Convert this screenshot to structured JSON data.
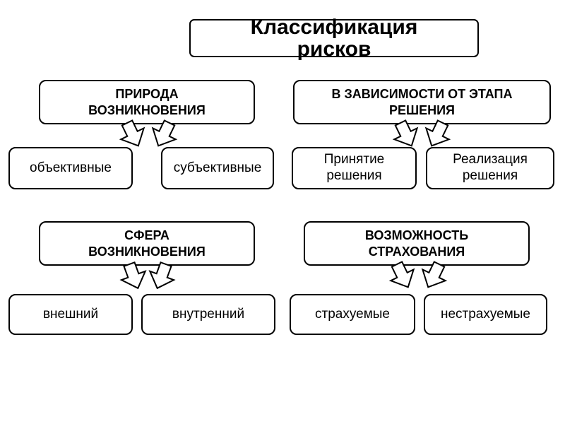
{
  "title": "Классификация рисков",
  "groups": [
    {
      "header": "ПРИРОДА ВОЗНИКНОВЕНИЯ",
      "children": [
        "объективные",
        "субъективные"
      ]
    },
    {
      "header": "В ЗАВИСИМОСТИ ОТ ЭТАПА РЕШЕНИЯ",
      "children": [
        "Принятие решения",
        "Реализация решения"
      ]
    },
    {
      "header": "СФЕРА ВОЗНИКНОВЕНИЯ",
      "children": [
        "внешний",
        "внутренний"
      ]
    },
    {
      "header": "ВОЗМОЖНОСТЬ СТРАХОВАНИЯ",
      "children": [
        "страхуемые",
        "нестрахуемые"
      ]
    }
  ]
}
